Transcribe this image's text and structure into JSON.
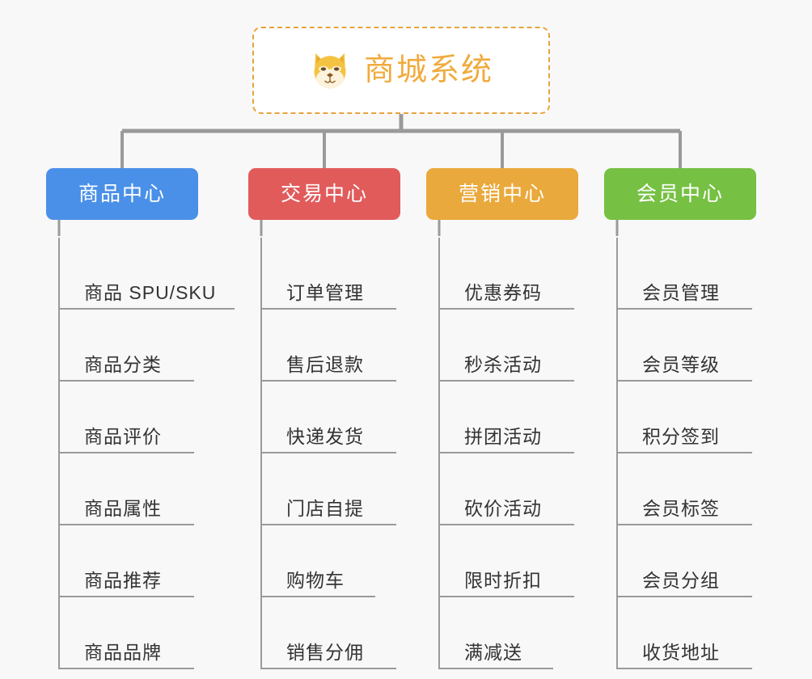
{
  "page": {
    "background": "#f8f8f8",
    "connector_color": "#9a9a9a"
  },
  "root": {
    "title": "商城系统",
    "icon": "dog-face-icon",
    "border_color": "#e8a33d",
    "text_color": "#f0ab3d",
    "background": "#ffffff"
  },
  "columns": [
    {
      "header": "商品中心",
      "color": "#4a90e8",
      "items": [
        {
          "label": "商品 SPU/SKU",
          "size": "long"
        },
        {
          "label": "商品分类",
          "size": "4"
        },
        {
          "label": "商品评价",
          "size": "4"
        },
        {
          "label": "商品属性",
          "size": "4"
        },
        {
          "label": "商品推荐",
          "size": "4"
        },
        {
          "label": "商品品牌",
          "size": "4"
        }
      ]
    },
    {
      "header": "交易中心",
      "color": "#e15b5b",
      "items": [
        {
          "label": "订单管理",
          "size": "4"
        },
        {
          "label": "售后退款",
          "size": "4"
        },
        {
          "label": "快递发货",
          "size": "4"
        },
        {
          "label": "门店自提",
          "size": "4"
        },
        {
          "label": "购物车",
          "size": "3"
        },
        {
          "label": "销售分佣",
          "size": "4"
        }
      ]
    },
    {
      "header": "营销中心",
      "color": "#eaa93c",
      "items": [
        {
          "label": "优惠券码",
          "size": "4"
        },
        {
          "label": "秒杀活动",
          "size": "4"
        },
        {
          "label": "拼团活动",
          "size": "4"
        },
        {
          "label": "砍价活动",
          "size": "4"
        },
        {
          "label": "限时折扣",
          "size": "4"
        },
        {
          "label": "满减送",
          "size": "3"
        }
      ]
    },
    {
      "header": "会员中心",
      "color": "#76c043",
      "items": [
        {
          "label": "会员管理",
          "size": "4"
        },
        {
          "label": "会员等级",
          "size": "4"
        },
        {
          "label": "积分签到",
          "size": "4"
        },
        {
          "label": "会员标签",
          "size": "4"
        },
        {
          "label": "会员分组",
          "size": "4"
        },
        {
          "label": "收货地址",
          "size": "4"
        }
      ]
    }
  ]
}
